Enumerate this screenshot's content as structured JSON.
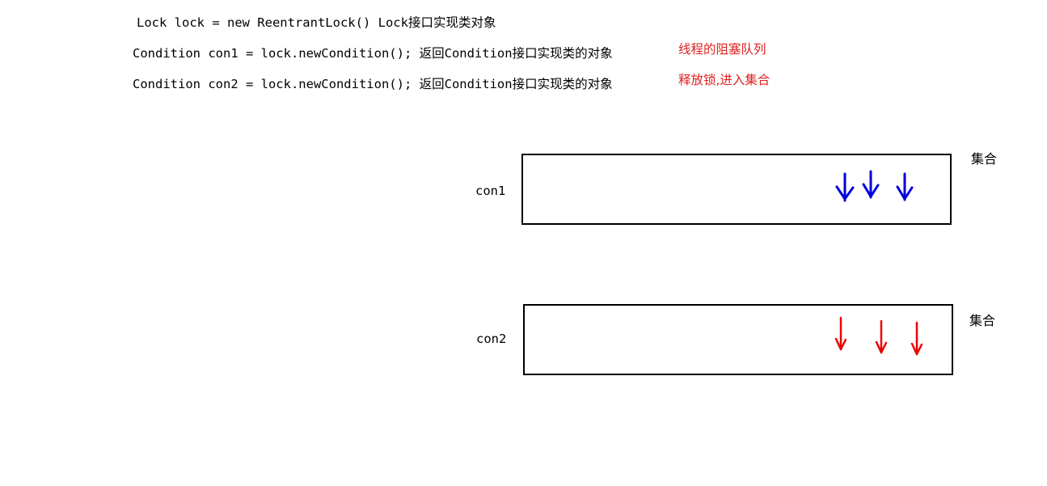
{
  "code": {
    "line1": "Lock lock = new ReentrantLock()  Lock接口实现类对象",
    "line2": "Condition con1 = lock.newCondition(); 返回Condition接口实现类的对象",
    "line3": "Condition con2 = lock.newCondition(); 返回Condition接口实现类的对象"
  },
  "notes": {
    "note1": "线程的阻塞队列",
    "note2": "释放锁,进入集合",
    "color": "#e02020"
  },
  "queues": [
    {
      "label": "con1",
      "set_label": "集合",
      "arrow_color": "#0000dd",
      "arrow_count": 3
    },
    {
      "label": "con2",
      "set_label": "集合",
      "arrow_color": "#ee0000",
      "arrow_count": 3
    }
  ]
}
